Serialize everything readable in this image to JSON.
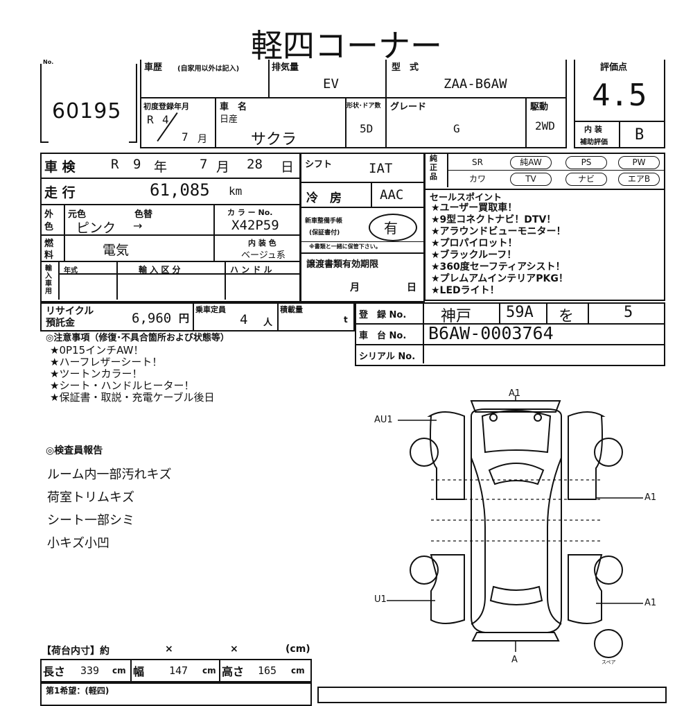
{
  "header": {
    "title": "軽四コーナー"
  },
  "lot": {
    "label": "No.",
    "number": "60195"
  },
  "history": {
    "label": "車歴",
    "note": "(自家用以外は記入)"
  },
  "displacement": {
    "label": "排気量",
    "value": "EV"
  },
  "model_code": {
    "label": "型　式",
    "value": "ZAA-B6AW"
  },
  "score": {
    "label": "評価点",
    "value": "4.5",
    "interior_label_1": "内 装",
    "interior_label_2": "補助評価",
    "interior_value": "B"
  },
  "first_reg": {
    "label": "初度登録年月",
    "era": "R",
    "year": "4",
    "month": "7",
    "unit": "月"
  },
  "car_name": {
    "label": "車　名",
    "maker": "日産",
    "name": "サクラ"
  },
  "doors": {
    "label": "形状･ドア数",
    "value": "5D"
  },
  "grade": {
    "label": "グレード",
    "value": "G"
  },
  "drive": {
    "label": "駆動",
    "value": "2WD"
  },
  "inspection": {
    "label": "車 検",
    "era": "R",
    "year": "9",
    "year_unit": "年",
    "month": "7",
    "month_unit": "月",
    "day": "28",
    "day_unit": "日"
  },
  "shift": {
    "label": "シフト",
    "value": "IAT"
  },
  "equipment": {
    "label": "純正品",
    "items": [
      {
        "label": "SR",
        "circled": false
      },
      {
        "label": "純AW",
        "circled": true
      },
      {
        "label": "PS",
        "circled": true
      },
      {
        "label": "PW",
        "circled": true
      },
      {
        "label": "カワ",
        "circled": false
      },
      {
        "label": "TV",
        "circled": true
      },
      {
        "label": "ナビ",
        "circled": true
      },
      {
        "label": "エアB",
        "circled": true
      }
    ]
  },
  "mileage": {
    "label": "走 行",
    "value": "61,085",
    "unit": "km"
  },
  "aircon": {
    "label": "冷　房",
    "value": "AAC"
  },
  "color": {
    "label": "外色",
    "original_label": "元色",
    "change_label": "色替",
    "original": "ピンク",
    "arrow": "→",
    "code_label": "カ ラ ー No.",
    "code": "X42P59"
  },
  "maintenance": {
    "label1": "新車整備手帳",
    "label2": "(保証書付)",
    "value": "有",
    "note": "※書類と一緒に保管下さい。"
  },
  "fuel": {
    "label": "燃料",
    "value": "電気"
  },
  "interior_color": {
    "label": "内 装 色",
    "value": "ベージュ系"
  },
  "import": {
    "label": "輸入車用",
    "year_label": "年式",
    "type_label": "輸 入 区 分",
    "handle_label": "ハ ン ド ル"
  },
  "transfer": {
    "label": "譲渡書類有効期限",
    "month": "月",
    "day": "日"
  },
  "sales_points": {
    "label": "セールスポイント",
    "items": [
      "★ユーザー買取車！",
      "★9型コネクトナビ！DTV！",
      "★アラウンドビューモニター！",
      "★プロパイロット！",
      "★ブラックルーフ！",
      "★360度セーフティアシスト！",
      "★プレムアムインテリアPKG！",
      "★LEDライト！"
    ]
  },
  "recycle": {
    "label1": "リサイクル",
    "label2": "預託金",
    "value": "6,960",
    "unit": "円"
  },
  "capacity": {
    "label": "乗車定員",
    "value": "4",
    "unit": "人"
  },
  "load": {
    "label": "積載量",
    "unit": "t"
  },
  "registration": {
    "label": "登　録 No.",
    "region": "神戸",
    "class": "59A",
    "kana": "を",
    "number": "5"
  },
  "chassis": {
    "label": "車　台 No.",
    "value": "B6AW-0003764"
  },
  "serial": {
    "label": "シリアル No."
  },
  "notes": {
    "label": "◎注意事項（修復･不具合箇所および状態等）",
    "items": [
      "★0P15インチAW！",
      "★ハーフレザーシート！",
      "★ツートンカラー！",
      "★シート・ハンドルヒーター！",
      "★保証書・取説・充電ケーブル後日"
    ]
  },
  "inspector": {
    "label": "◎検査員報告",
    "items": [
      "ルーム内一部汚れキズ",
      "荷室トリムキズ",
      "シート一部シミ",
      "小キズ小凹"
    ]
  },
  "diagram": {
    "marks": [
      {
        "code": "A1",
        "position": "front"
      },
      {
        "code": "AU1",
        "position": "left-front"
      },
      {
        "code": "A1",
        "position": "right-middle"
      },
      {
        "code": "U1",
        "position": "left-rear"
      },
      {
        "code": "A1",
        "position": "right-rear"
      },
      {
        "code": "A",
        "position": "rear"
      }
    ],
    "spare_label": "スペア"
  },
  "cargo": {
    "label": "【荷台内寸】約",
    "x1": "×",
    "x2": "×",
    "unit": "(cm)",
    "length_label": "長さ",
    "length": "339",
    "width_label": "幅",
    "width": "147",
    "height_label": "高さ",
    "height": "165",
    "cm": "cm"
  },
  "footer": {
    "hope_label": "第1希望：(軽四)"
  }
}
